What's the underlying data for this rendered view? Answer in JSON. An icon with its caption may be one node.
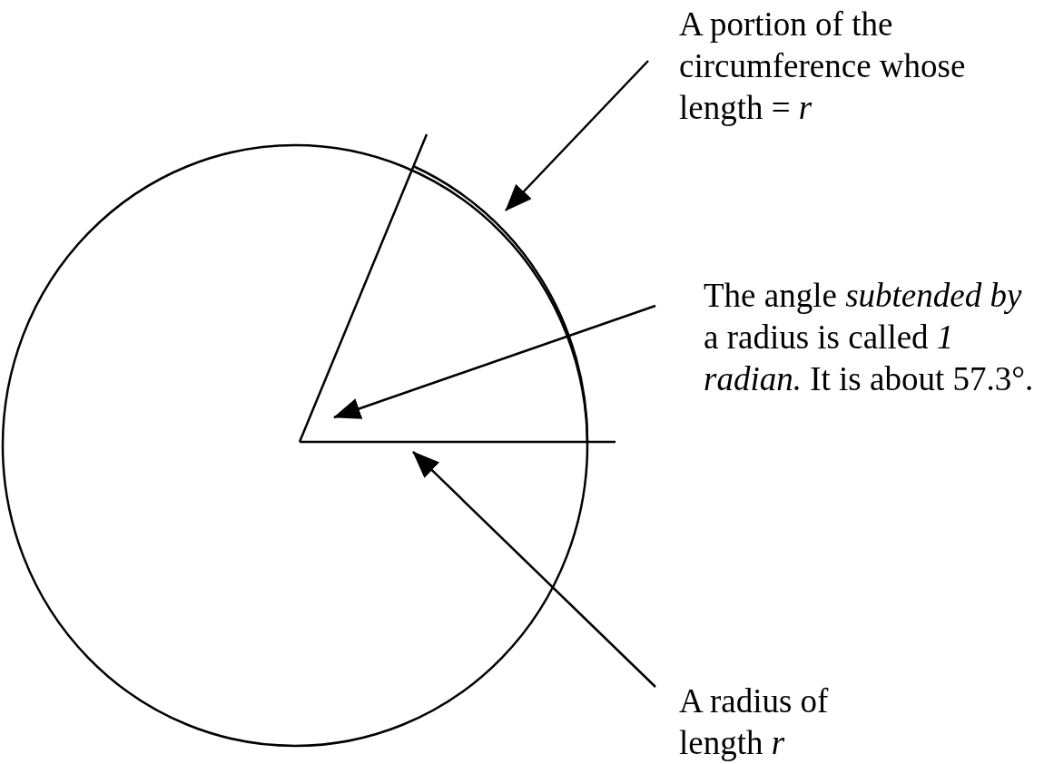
{
  "diagram": {
    "nodes": [
      {
        "text": [
          "A portion of the circumference whose length = *r*"
        ]
      },
      {
        "text": [],
        "shape": "arc"
      },
      {
        "text": [
          "The angle *subtended by* a radius is called *1 radian.* It is about 57.3°."
        ]
      },
      {
        "text": [
          "A radius of length *r*"
        ]
      },
      {
        "text": [],
        "shape": "line"
      },
      {
        "text": [],
        "shape": "line"
      }
    ],
    "edges": [
      {
        "from": 0,
        "to": 1,
        "arrow": "to"
      },
      {
        "from": 2,
        "to": 5,
        "arrow": "to"
      },
      {
        "from": 3,
        "to": 4,
        "arrow": "to"
      }
    ]
  }
}
